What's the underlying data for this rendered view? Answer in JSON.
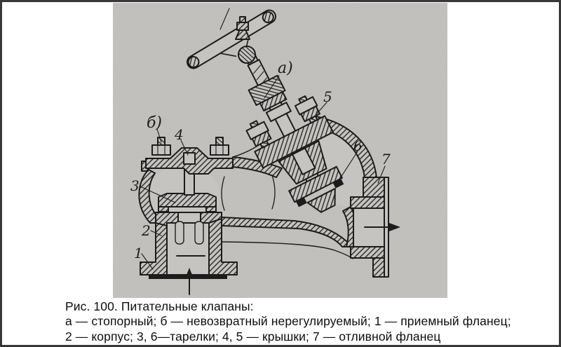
{
  "page": {
    "background_color": "#ffffff",
    "frame_color": "#383838"
  },
  "figure": {
    "kind": "scanned-technical-drawing",
    "subject": "cross-section of boiler feed valves (stop valve and non-return valve) with flow arrows",
    "paper_color": "#c6c4c1",
    "ink_color": "#1c1c1c",
    "callouts": {
      "a": "а)",
      "b": "б)",
      "n1": "1",
      "n2": "2",
      "n3": "3",
      "n4": "4",
      "n5": "5",
      "n6": "6",
      "n7": "7"
    }
  },
  "caption": {
    "line1": "Рис. 100. Питательные клапаны:",
    "line2": "а — стопорный; б — невозвратный нерегулируемый; 1 — приемный фланец;",
    "line3": "2 — корпус; 3, 6—тарелки; 4, 5 — крышки; 7 — отливной фланец",
    "legend": [
      {
        "key": "а",
        "value": "стопорный"
      },
      {
        "key": "б",
        "value": "невозвратный нерегулируемый"
      },
      {
        "key": "1",
        "value": "приемный фланец"
      },
      {
        "key": "2",
        "value": "корпус"
      },
      {
        "key": "3, 6",
        "value": "тарелки"
      },
      {
        "key": "4, 5",
        "value": "крышки"
      },
      {
        "key": "7",
        "value": "отливной фланец"
      }
    ]
  }
}
